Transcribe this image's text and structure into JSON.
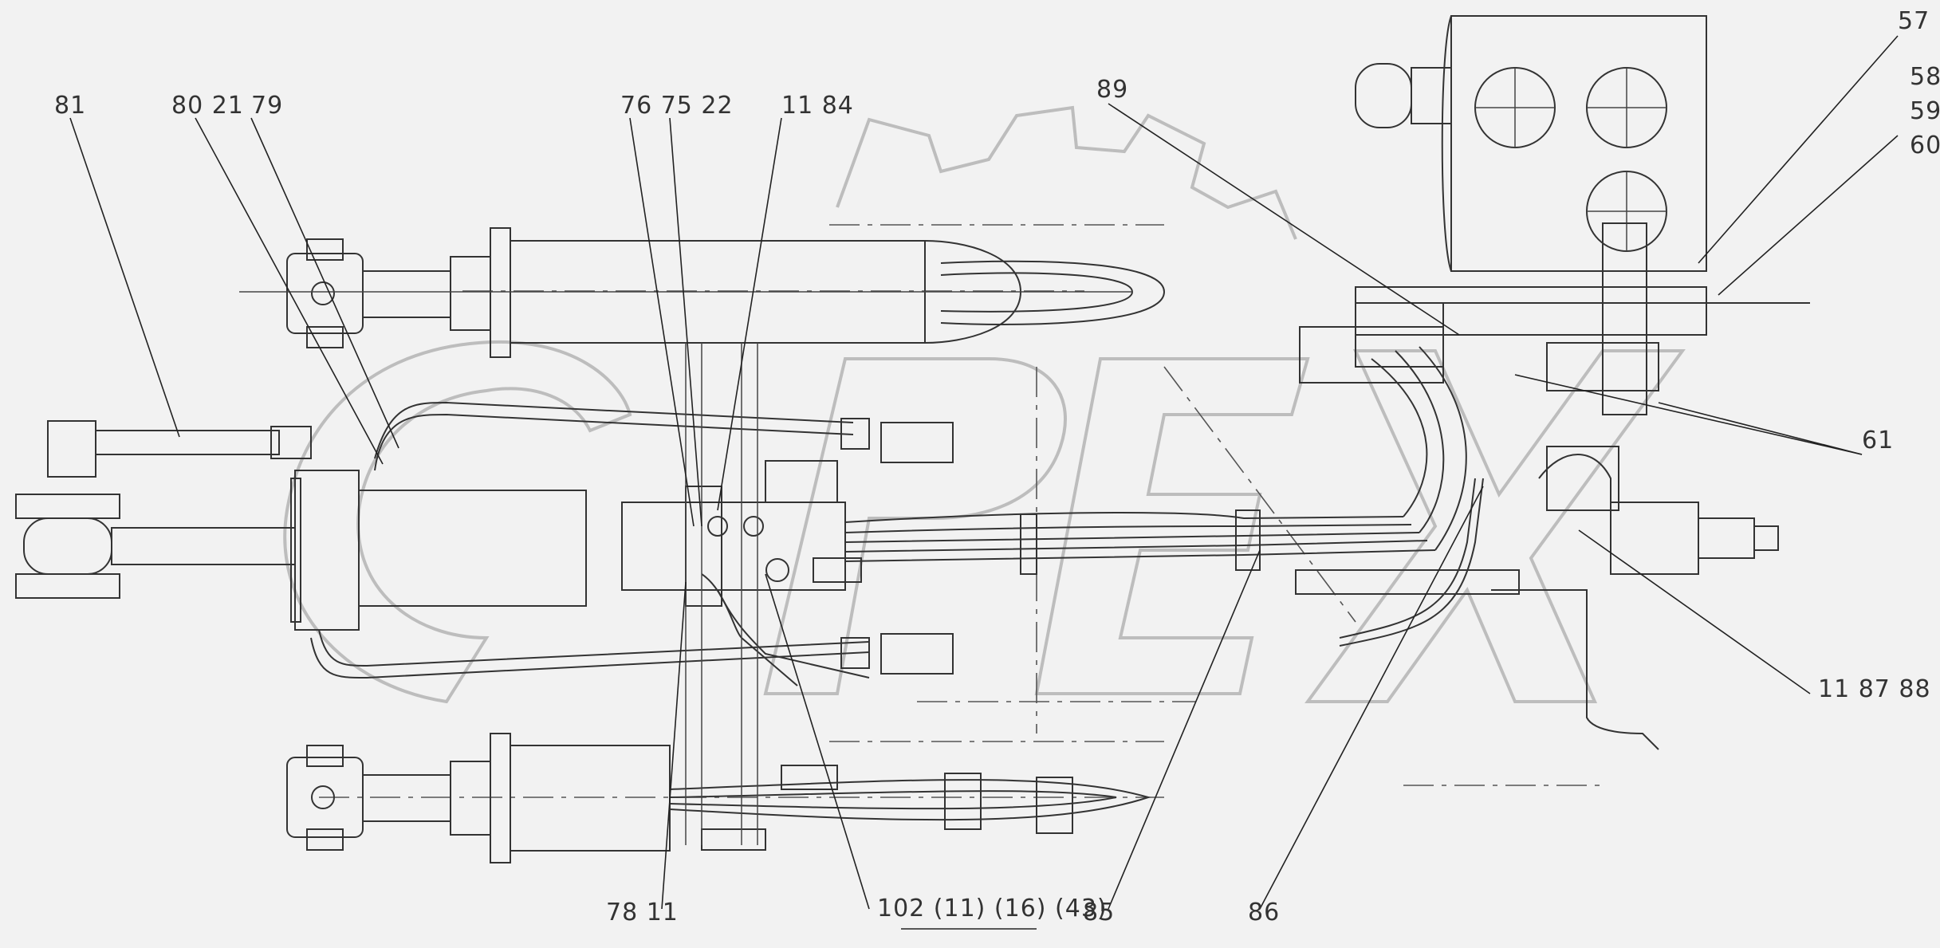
{
  "callouts": {
    "c81": "81",
    "c80_21": "80 21",
    "c79": "79",
    "c76_75_22": "76 75 22",
    "c11_84": "11 84",
    "c89": "89",
    "c57": "57",
    "c58": "58",
    "c59": "59",
    "c60": "60",
    "c61": "61",
    "c11_87_88": "11 87 88",
    "c78_11": "78 11",
    "c102_11_16_43": "102 (11) (16) (43)",
    "c85": "85",
    "c86": "86"
  },
  "colors": {
    "line": "#333333",
    "background": "#f2f2f2",
    "watermark": "#bdbdbd"
  }
}
